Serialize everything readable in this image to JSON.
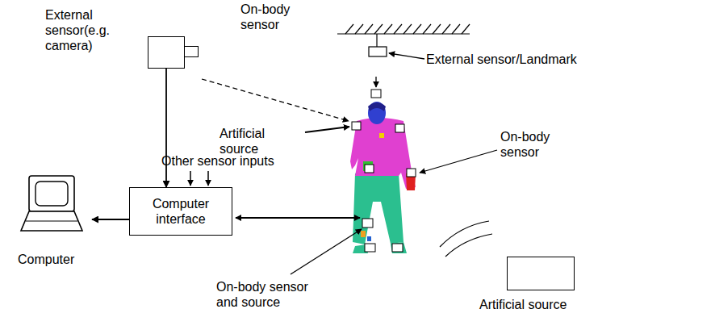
{
  "diagram": {
    "nodes": [
      {
        "text": [
          "External sensor(e.g. camera)"
        ]
      },
      {
        "text": [
          "Computer interface"
        ]
      },
      {
        "text": [
          "Computer"
        ]
      },
      {
        "text": [
          "Artificial source"
        ]
      }
    ],
    "edges": [
      {
        "from": 0,
        "to": 1,
        "arrow": "to"
      },
      {
        "from": 1,
        "to": 2,
        "arrow": "to"
      }
    ],
    "labels": [
      "On-body sensor",
      "External sensor/Landmark",
      "Artificial source",
      "Other sensor inputs",
      "On-body sensor",
      "On-body sensor and source"
    ]
  }
}
